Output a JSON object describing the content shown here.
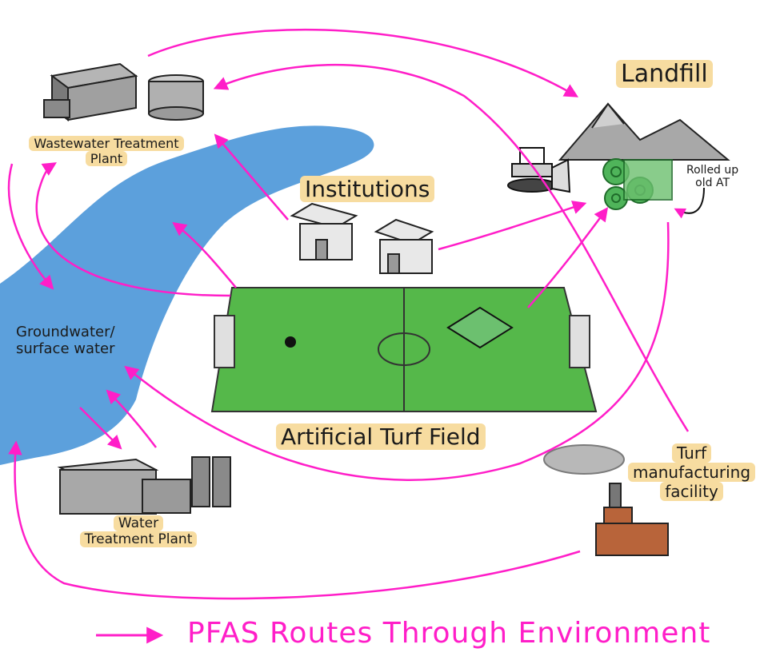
{
  "labels": {
    "landfill": "Landfill",
    "wastewater_line1": "Wastewater Treatment",
    "wastewater_line2": "Plant",
    "institutions": "Institutions",
    "rolled_line1": "Rolled up",
    "rolled_line2": "old AT",
    "groundwater_line1": "Groundwater/",
    "groundwater_line2": "surface water",
    "turf_field": "Artificial Turf Field",
    "turf_fac_line1": "Turf",
    "turf_fac_line2": "manufacturing",
    "turf_fac_line3": "facility",
    "water_plant_line1": "Water",
    "water_plant_line2": "Treatment Plant"
  },
  "legend": {
    "text": "PFAS Routes Through Environment"
  },
  "colors": {
    "arrow": "#ff1ec8",
    "river": "#3f8fd6",
    "turf": "#55b84a",
    "highlight": "#f7dca0",
    "factory": "#b8643a"
  },
  "icons": [
    "wastewater-plant-icon",
    "landfill-icon",
    "bulldozer-icon",
    "rolled-turf-icon",
    "house-icon",
    "soccer-field-icon",
    "water-treatment-plant-icon",
    "factory-icon"
  ]
}
